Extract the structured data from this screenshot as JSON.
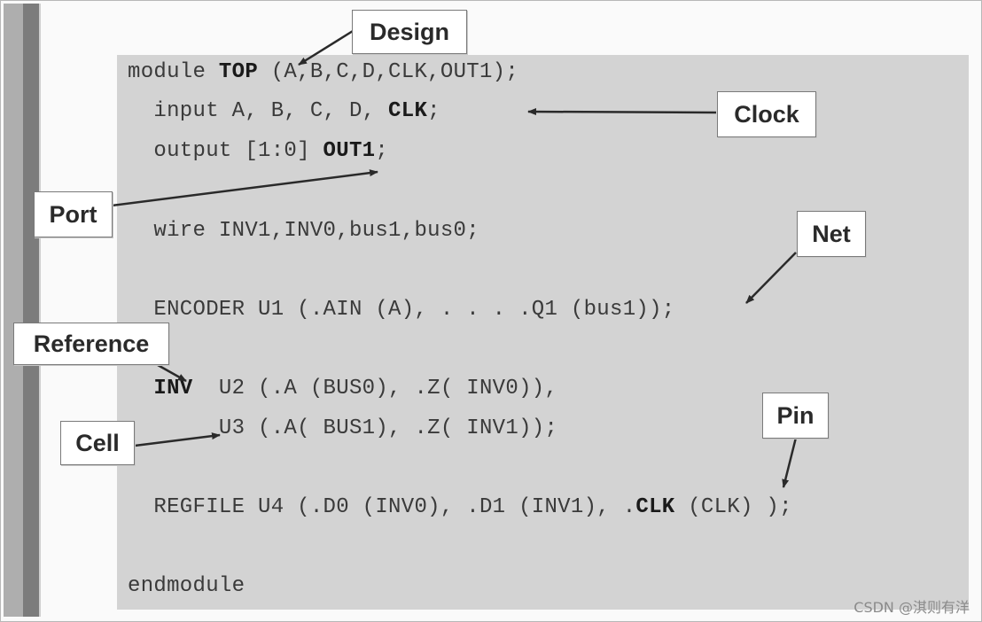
{
  "code_lines": {
    "l1_a": "module ",
    "l1_b": "TOP",
    "l1_c": " (A,B,C,D,CLK,OUT1);",
    "l2_a": "  input A, B, C, D, ",
    "l2_b": "CLK",
    "l2_c": ";",
    "l3_a": "  output [1:0] ",
    "l3_b": "OUT1",
    "l3_c": ";",
    "l4": "  wire INV1,INV0,bus1,bus0;",
    "l5": "  ENCODER U1 (.AIN (A), . . . .Q1 (bus1));",
    "l6_a": "  ",
    "l6_b": "INV",
    "l6_c": "  U2 (.A (BUS0), .Z( INV0)),",
    "l7": "       U3 (.A( BUS1), .Z( INV1));",
    "l8_a": "  REGFILE U4 (.D0 (INV0), .D1 (INV1), .",
    "l8_b": "CLK",
    "l8_c": " (CLK) );",
    "l9": "endmodule"
  },
  "labels": {
    "design": "Design",
    "clock": "Clock",
    "port": "Port",
    "net": "Net",
    "reference": "Reference",
    "cell": "Cell",
    "pin": "Pin"
  },
  "watermark": "CSDN @淇则有洋"
}
